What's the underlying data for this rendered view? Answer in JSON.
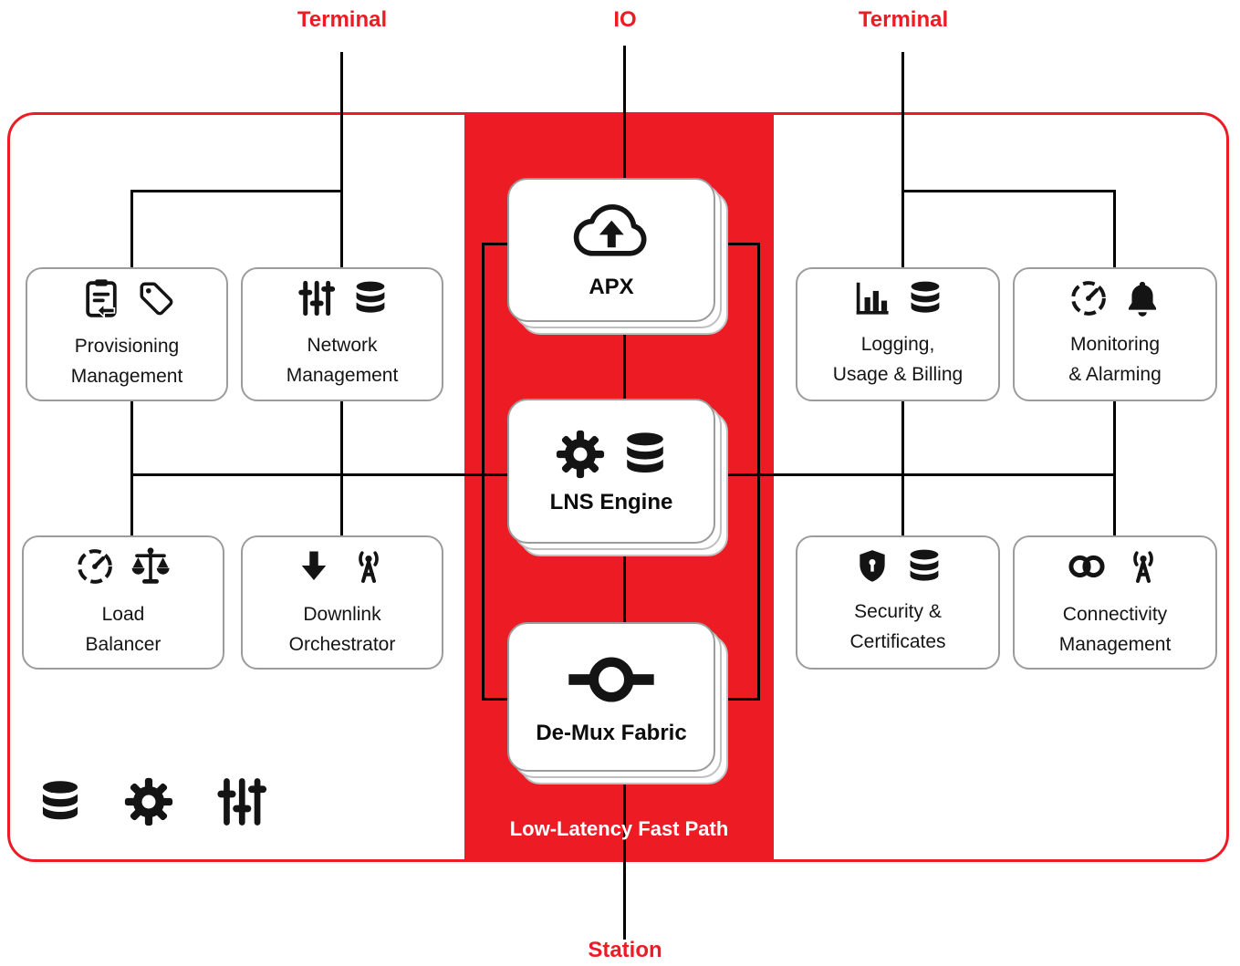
{
  "colors": {
    "red": "#ed1c24",
    "line": "#000000",
    "box_border": "#9c9c9c",
    "text": "#141414",
    "white": "#ffffff"
  },
  "external_labels": {
    "terminal_left": "Terminal",
    "io": "IO",
    "terminal_right": "Terminal",
    "station": "Station"
  },
  "fast_path": {
    "label": "Low-Latency Fast Path"
  },
  "center_nodes": [
    {
      "label": "APX",
      "icons": [
        "cloud-upload-icon"
      ],
      "stacked": true
    },
    {
      "label": "LNS Engine",
      "icons": [
        "gear-icon",
        "database-icon"
      ],
      "stacked": true
    },
    {
      "label": "De-Mux Fabric",
      "icons": [
        "demux-icon"
      ],
      "stacked": true
    }
  ],
  "left_nodes": [
    {
      "label": "Provisioning\nManagement",
      "icons": [
        "clipboard-icon",
        "tag-icon"
      ]
    },
    {
      "label": "Network\nManagement",
      "icons": [
        "sliders-icon",
        "database-icon"
      ]
    },
    {
      "label": "Load\nBalancer",
      "icons": [
        "gauge-icon",
        "scales-icon"
      ]
    },
    {
      "label": "Downlink\nOrchestrator",
      "icons": [
        "download-arrow-icon",
        "antenna-icon"
      ]
    }
  ],
  "right_nodes": [
    {
      "label": "Logging,\nUsage & Billing",
      "icons": [
        "bar-chart-icon",
        "database-icon"
      ]
    },
    {
      "label": "Monitoring\n& Alarming",
      "icons": [
        "gauge-icon",
        "bell-icon"
      ]
    },
    {
      "label": "Security &\nCertificates",
      "icons": [
        "shield-icon",
        "database-icon"
      ]
    },
    {
      "label": "Connectivity\nManagement",
      "icons": [
        "links-icon",
        "antenna-icon"
      ]
    }
  ],
  "legend_icons": [
    "database-icon",
    "gear-icon",
    "sliders-icon"
  ]
}
